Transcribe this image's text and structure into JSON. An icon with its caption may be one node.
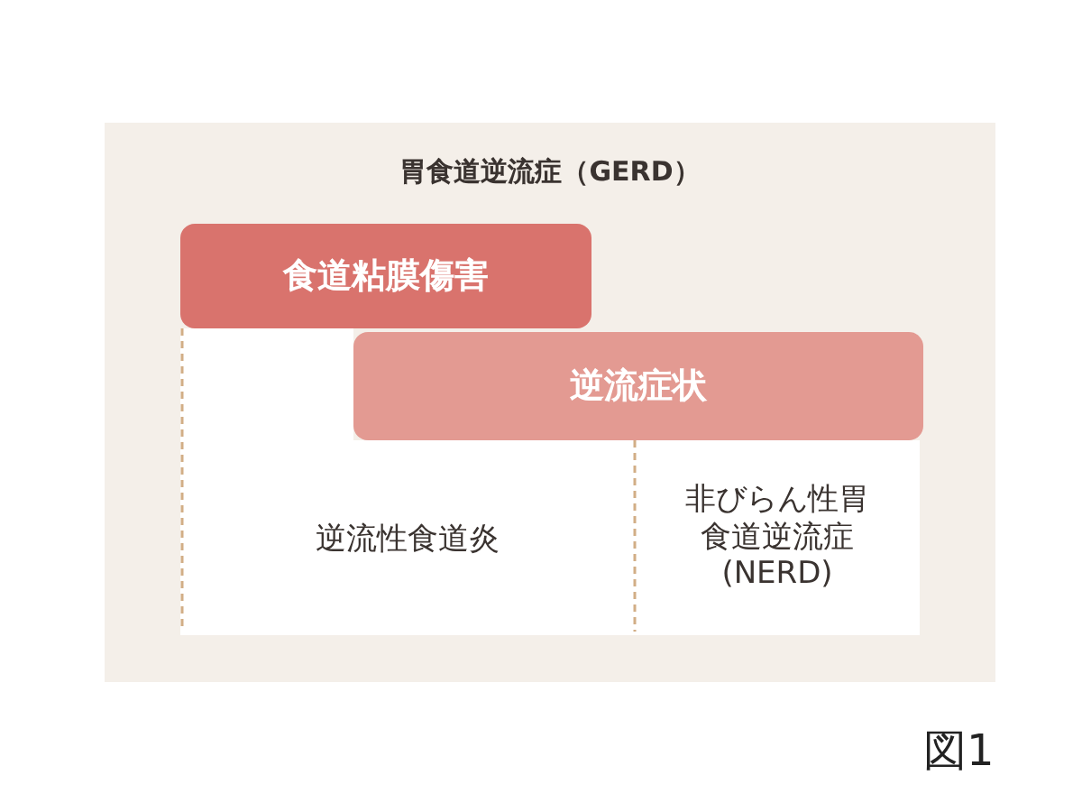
{
  "diagram": {
    "nodes": [
      {
        "text": [
          "胃食道逆流症（GERD）"
        ]
      },
      {
        "text": [
          "食道粘膜傷害"
        ],
        "in": 0
      },
      {
        "text": [
          "逆流症状"
        ],
        "in": 0
      },
      {
        "text": [
          "逆流性食道炎"
        ],
        "in": 0
      },
      {
        "text": [
          "非びらん性胃食道逆流症(NERD)"
        ],
        "in": 0
      }
    ],
    "labels": [
      "図1"
    ]
  }
}
